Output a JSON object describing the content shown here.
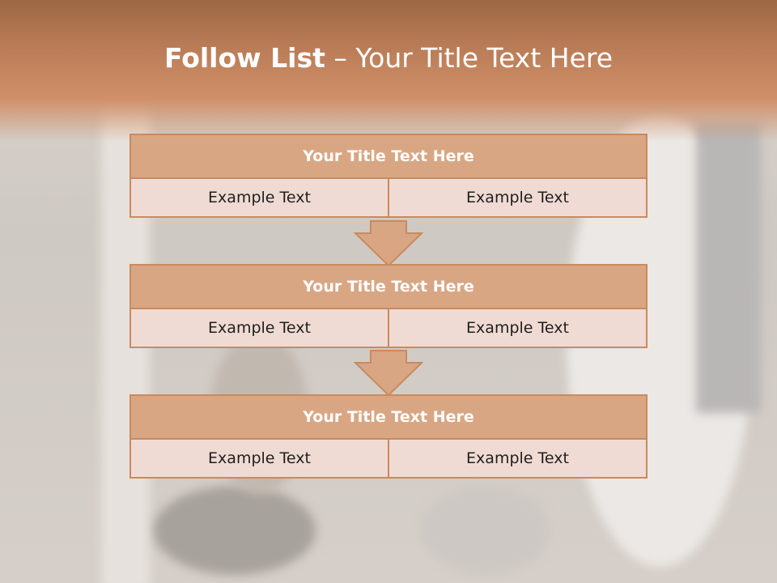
{
  "slide": {
    "title_bold": "Follow List",
    "title_rest": " – Your Title Text Here"
  },
  "steps": [
    {
      "title": "Your Title Text Here",
      "left": "Example Text",
      "right": "Example Text"
    },
    {
      "title": "Your Title Text Here",
      "left": "Example Text",
      "right": "Example Text"
    },
    {
      "title": "Your Title Text Here",
      "left": "Example Text",
      "right": "Example Text"
    }
  ],
  "colors": {
    "accent": "#d9a684",
    "border": "#c98a5e",
    "cell": "#efdbd3",
    "header": "#bb7d57"
  }
}
